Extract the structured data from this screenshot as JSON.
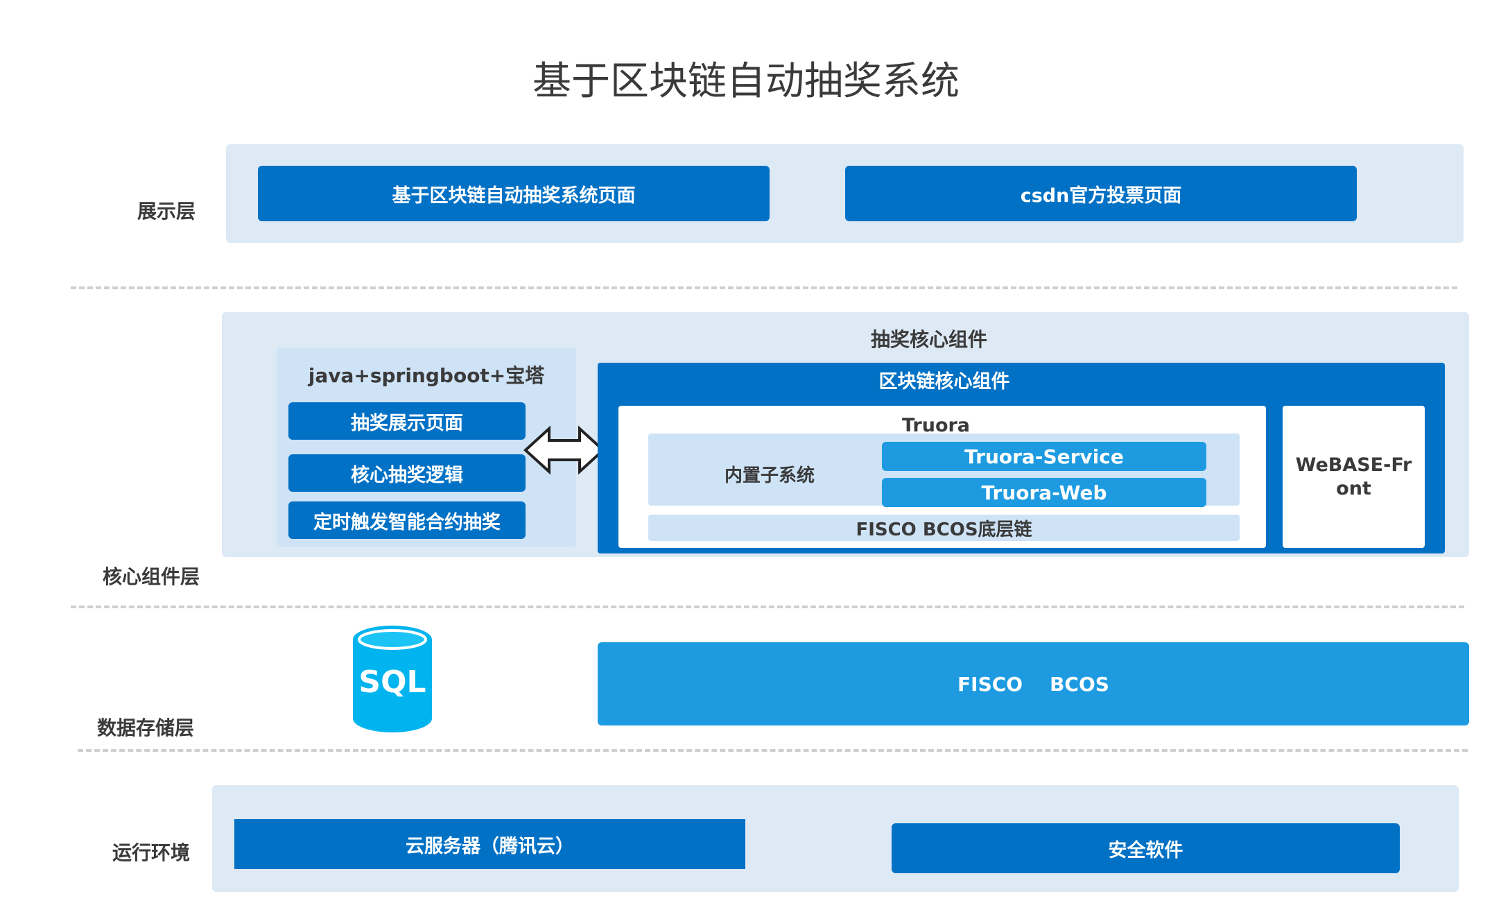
{
  "title": "基于区块链自动抽奖系统",
  "layers": {
    "display": "展示层",
    "core": "核心组件层",
    "storage": "数据存储层",
    "runtime": "运行环境"
  },
  "display_layer": {
    "page1": "基于区块链自动抽奖系统页面",
    "page2": "csdn官方投票页面"
  },
  "core_layer": {
    "group_title": "抽奖核心组件",
    "app_stack": {
      "title": "java+springboot+宝塔",
      "items": [
        "抽奖展示页面",
        "核心抽奖逻辑",
        "定时触发智能合约抽奖"
      ]
    },
    "blockchain": {
      "title": "区块链核心组件",
      "truora": "Truora",
      "subsystem_label": "内置子系统",
      "service": "Truora-Service",
      "web": "Truora-Web",
      "base_chain": "FISCO BCOS底层链",
      "webase_front": "WeBASE-Front"
    }
  },
  "storage_layer": {
    "sql_icon_text": "SQL",
    "fisco_bcos": "FISCO    BCOS"
  },
  "runtime_layer": {
    "cloud": "云服务器（腾讯云）",
    "security": "安全软件"
  },
  "colors": {
    "dark_blue": "#0071c5",
    "mid_blue": "#1e9be0",
    "panel": "#dde9f5",
    "sub_panel": "#cfe3f7",
    "sql": "#00b4ef"
  }
}
